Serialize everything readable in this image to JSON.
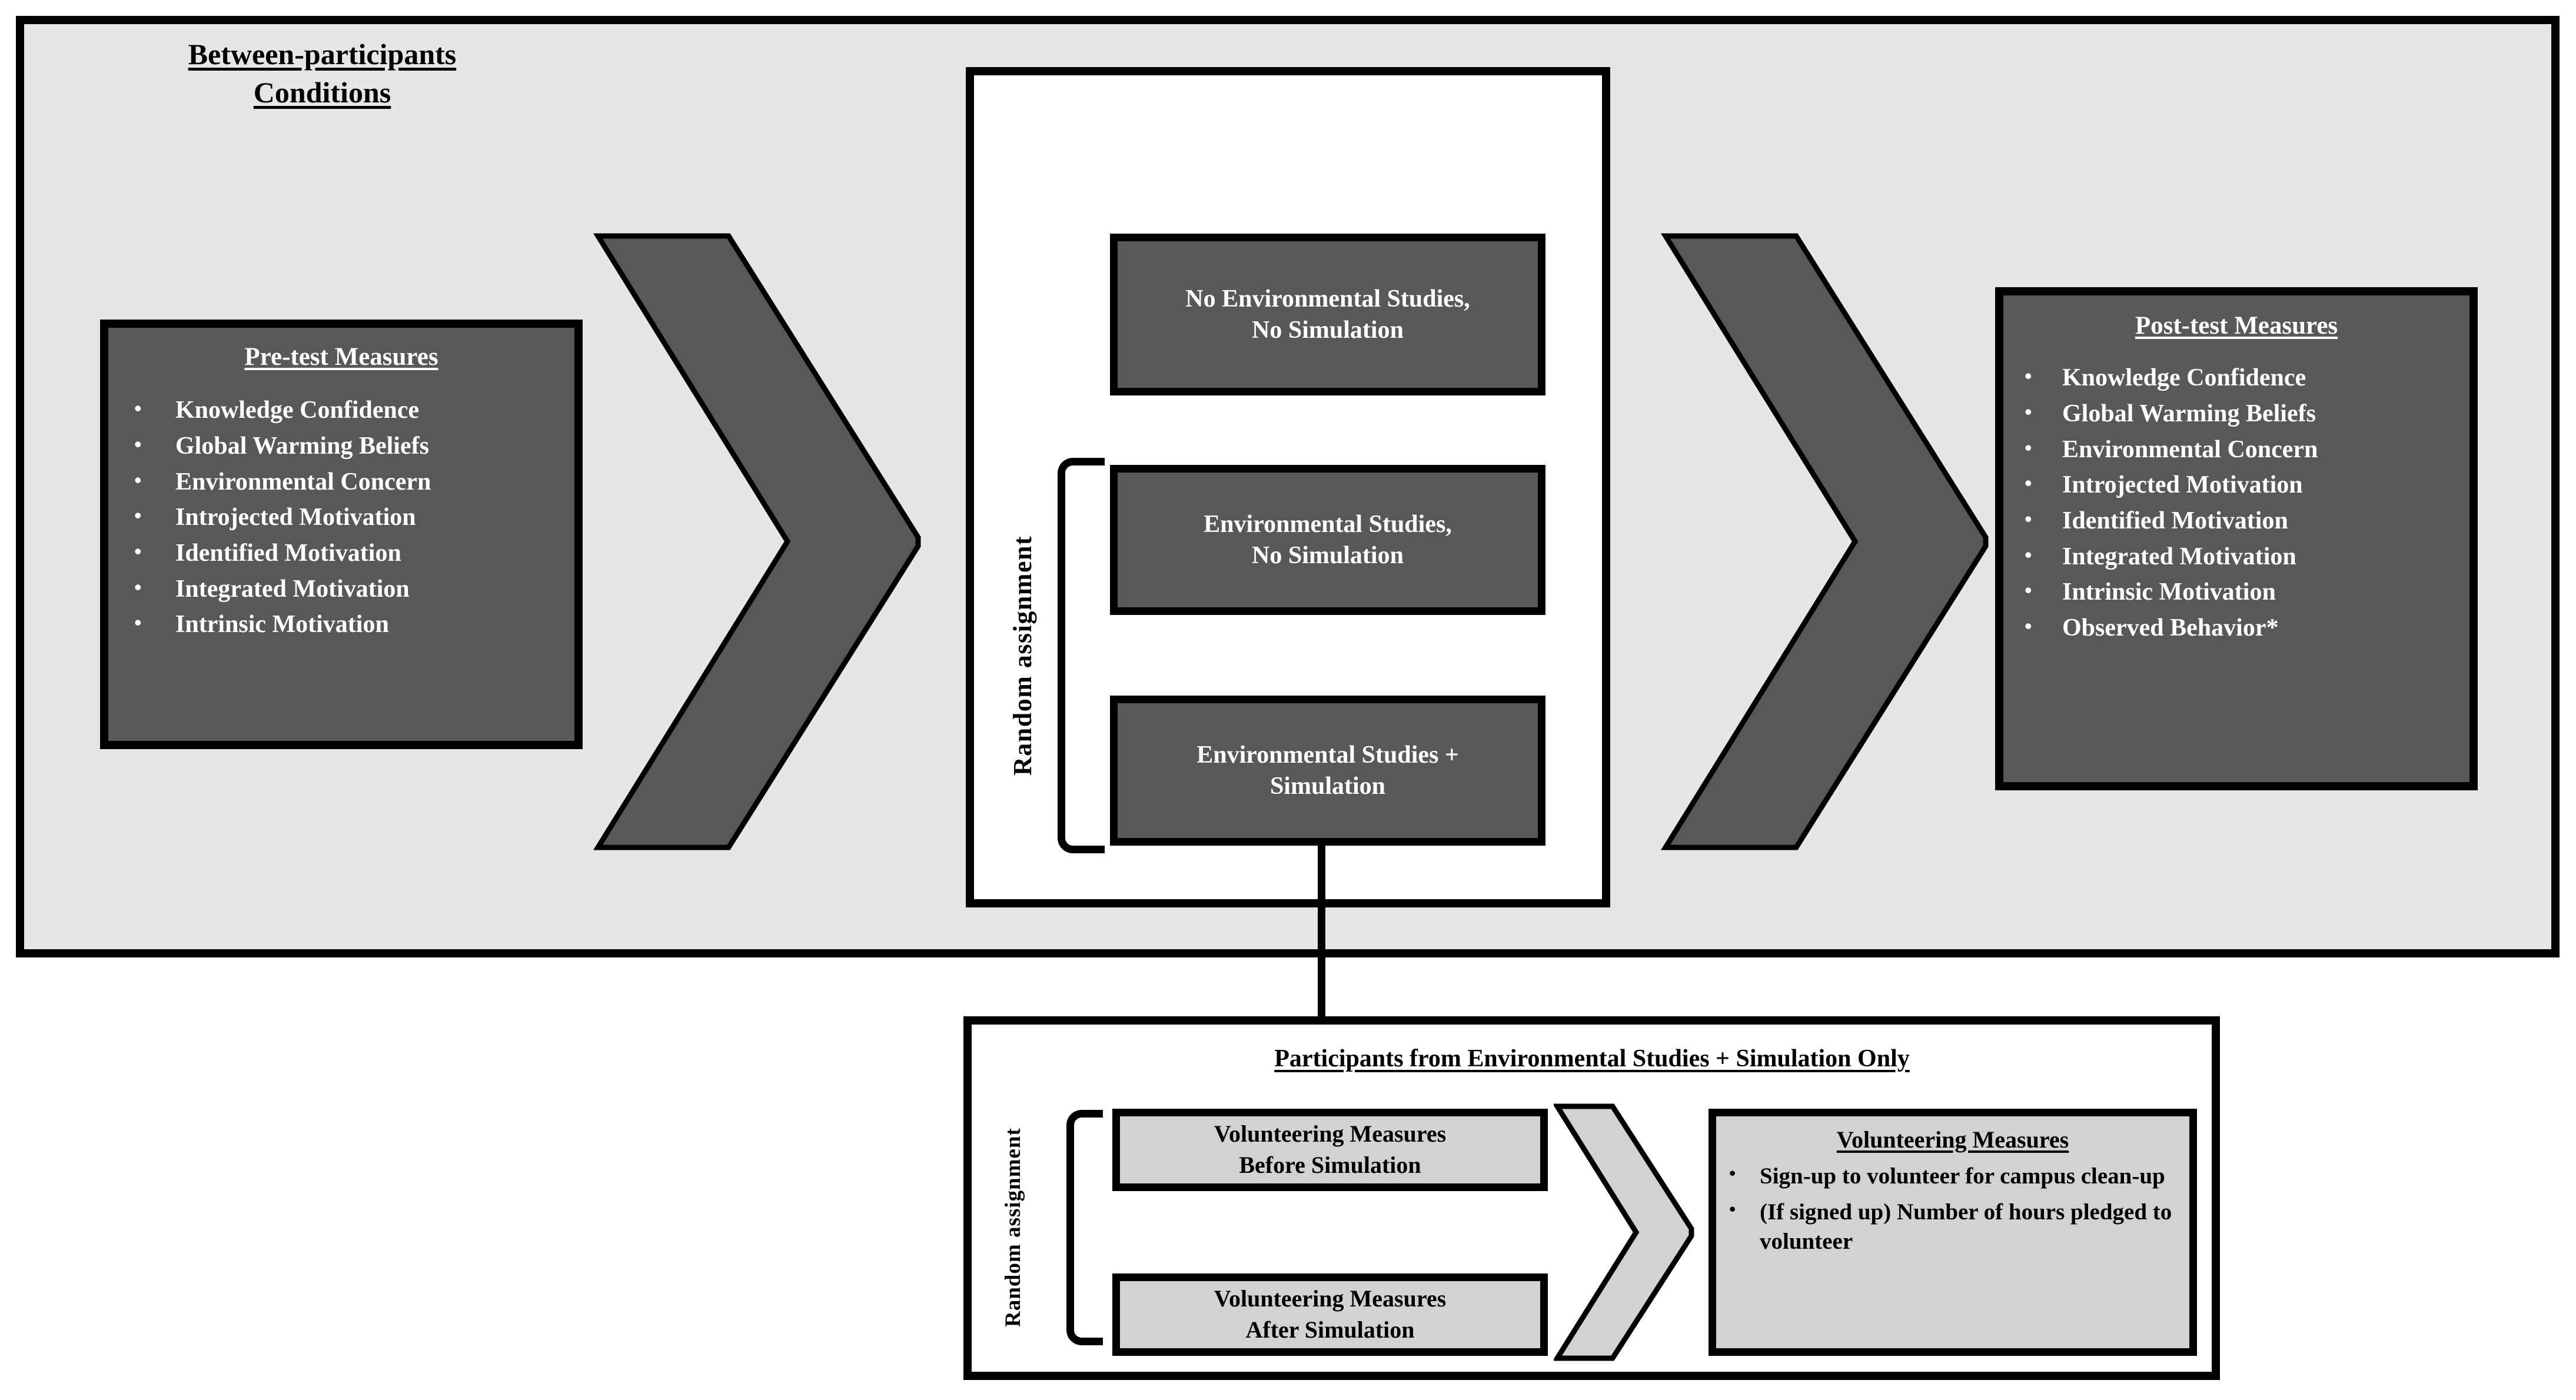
{
  "diagram": {
    "pretest": {
      "title": "Pre-test Measures",
      "items": [
        "Knowledge Confidence",
        "Global Warming Beliefs",
        "Environmental Concern",
        "Introjected Motivation",
        "Identified Motivation",
        "Integrated Motivation",
        "Intrinsic Motivation"
      ]
    },
    "conditions": {
      "title_line1": "Between-participants",
      "title_line2": "Conditions",
      "random_assignment_label": "Random assignment",
      "boxes": [
        "No Environmental Studies, No Simulation",
        "Environmental Studies, No Simulation",
        "Environmental Studies  + Simulation"
      ],
      "box_lines": [
        [
          "No Environmental Studies,",
          "No Simulation"
        ],
        [
          "Environmental Studies,",
          "No Simulation"
        ],
        [
          "Environmental Studies  +",
          "Simulation"
        ]
      ]
    },
    "posttest": {
      "title": "Post-test Measures",
      "items": [
        "Knowledge Confidence",
        "Global Warming Beliefs",
        "Environmental Concern",
        "Introjected Motivation",
        "Identified Motivation",
        "Integrated Motivation",
        "Intrinsic Motivation",
        "Observed Behavior*"
      ]
    },
    "bottom": {
      "title": "Participants from Environmental Studies + Simulation Only",
      "random_assignment_label": "Random assignment",
      "before_box_lines": [
        "Volunteering Measures",
        "Before Simulation"
      ],
      "after_box_lines": [
        "Volunteering Measures",
        "After Simulation"
      ],
      "results_title": "Volunteering Measures",
      "results_items": [
        "Sign-up to volunteer for campus clean-up",
        "(If signed up) Number of hours pledged to volunteer"
      ]
    },
    "icons": {
      "chevron_left": "chevron-right-arrow",
      "chevron_right": "chevron-right-arrow",
      "chevron_small": "chevron-right-arrow",
      "bullet": "•"
    },
    "colors": {
      "page_background": "#ffffff",
      "outer_panel_background": "#e6e6e6",
      "dark_card_fill": "#585858",
      "light_card_fill": "#d2d2d2",
      "border": "#000000",
      "dark_card_text": "#ffffff",
      "light_card_text": "#000000"
    }
  }
}
